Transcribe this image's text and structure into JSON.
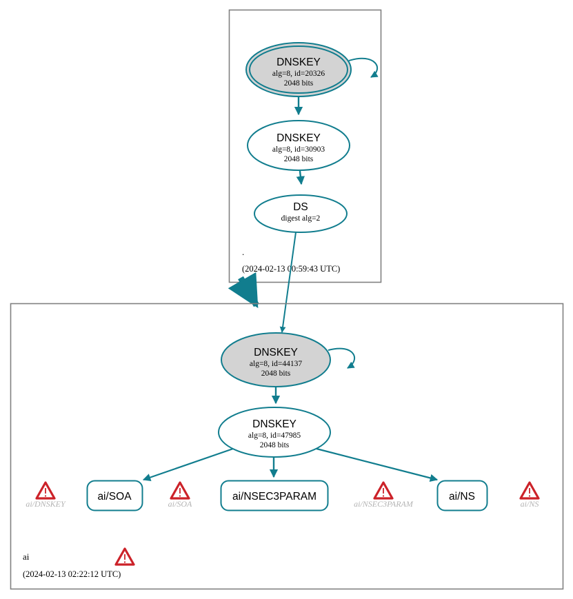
{
  "diagram": {
    "type": "dnssec-authentication-chain",
    "colors": {
      "edge_teal": "#117d8e",
      "node_fill_secure": "#d3d3d3",
      "node_fill_plain": "#ffffff",
      "zone_border": "#808080",
      "error_red": "#cc2229",
      "error_label_gray": "#b3b3b3"
    },
    "zones": [
      {
        "id": "root",
        "name": ".",
        "timestamp": "(2024-02-13 00:59:43 UTC)",
        "has_error_icon": false,
        "nodes": [
          {
            "id": "root-ksk",
            "kind": "DNSKEY",
            "title": "DNSKEY",
            "line2": "alg=8, id=20326",
            "line3": "2048 bits",
            "shape": "double-ellipse",
            "fill": "secure",
            "self_signed": true
          },
          {
            "id": "root-zsk",
            "kind": "DNSKEY",
            "title": "DNSKEY",
            "line2": "alg=8, id=30903",
            "line3": "2048 bits",
            "shape": "ellipse",
            "fill": "plain",
            "self_signed": false
          },
          {
            "id": "root-ds",
            "kind": "DS",
            "title": "DS",
            "line2": "digest alg=2",
            "line3": "",
            "shape": "ellipse",
            "fill": "plain",
            "self_signed": false
          }
        ]
      },
      {
        "id": "ai",
        "name": "ai",
        "timestamp": "(2024-02-13 02:22:12 UTC)",
        "has_error_icon": true,
        "nodes": [
          {
            "id": "ai-ksk",
            "kind": "DNSKEY",
            "title": "DNSKEY",
            "line2": "alg=8, id=44137",
            "line3": "2048 bits",
            "shape": "ellipse",
            "fill": "secure",
            "self_signed": true
          },
          {
            "id": "ai-zsk",
            "kind": "DNSKEY",
            "title": "DNSKEY",
            "line2": "alg=8, id=47985",
            "line3": "2048 bits",
            "shape": "ellipse",
            "fill": "plain",
            "self_signed": false
          }
        ],
        "rrsets": [
          {
            "id": "ai-soa",
            "label": "ai/SOA"
          },
          {
            "id": "ai-nsec3param",
            "label": "ai/NSEC3PARAM"
          },
          {
            "id": "ai-ns",
            "label": "ai/NS"
          }
        ],
        "errors": [
          {
            "id": "err-ai-dnskey",
            "label": "ai/DNSKEY"
          },
          {
            "id": "err-ai-soa",
            "label": "ai/SOA"
          },
          {
            "id": "err-ai-nsec3param",
            "label": "ai/NSEC3PARAM"
          },
          {
            "id": "err-ai-ns",
            "label": "ai/NS"
          }
        ]
      }
    ],
    "edges": [
      {
        "id": "edge-root-ksk-self",
        "from": "root-ksk",
        "to": "root-ksk",
        "kind": "self-signature"
      },
      {
        "id": "edge-root-ksk-zsk",
        "from": "root-ksk",
        "to": "root-zsk",
        "kind": "signature"
      },
      {
        "id": "edge-root-zsk-ds",
        "from": "root-zsk",
        "to": "root-ds",
        "kind": "signature"
      },
      {
        "id": "edge-root-ds-ai-ksk",
        "from": "root-ds",
        "to": "ai-ksk",
        "kind": "ds-to-dnskey"
      },
      {
        "id": "edge-delegation",
        "from": "root",
        "to": "ai",
        "kind": "delegation"
      },
      {
        "id": "edge-ai-ksk-self",
        "from": "ai-ksk",
        "to": "ai-ksk",
        "kind": "self-signature"
      },
      {
        "id": "edge-ai-ksk-zsk",
        "from": "ai-ksk",
        "to": "ai-zsk",
        "kind": "signature"
      },
      {
        "id": "edge-ai-zsk-soa",
        "from": "ai-zsk",
        "to": "ai-soa",
        "kind": "signature"
      },
      {
        "id": "edge-ai-zsk-nsec3param",
        "from": "ai-zsk",
        "to": "ai-nsec3param",
        "kind": "signature"
      },
      {
        "id": "edge-ai-zsk-ns",
        "from": "ai-zsk",
        "to": "ai-ns",
        "kind": "signature"
      }
    ]
  }
}
